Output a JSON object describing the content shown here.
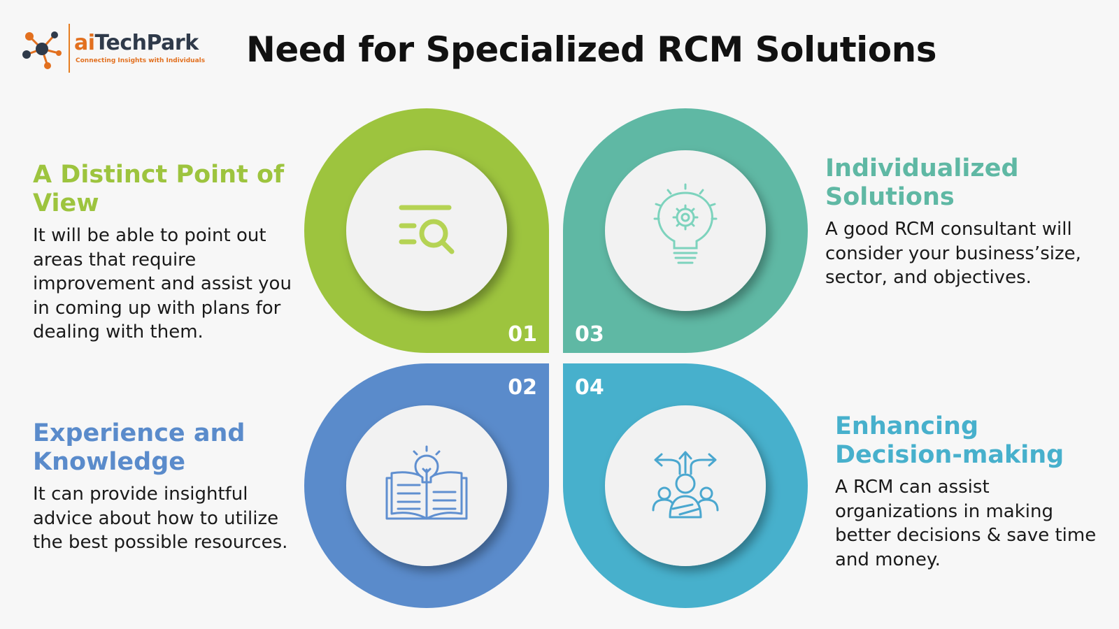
{
  "logo": {
    "brand_ai": "ai",
    "brand_rest": "TechPark",
    "tagline": "Connecting Insights with Individuals"
  },
  "title": "Need for Specialized RCM Solutions",
  "colors": {
    "green": "#9dc43e",
    "teal": "#5fb8a4",
    "blue": "#5a8bcb",
    "cyan": "#47b0cc",
    "orange": "#e2701f"
  },
  "items": [
    {
      "number": "01",
      "heading_1": "A Distinct Point of",
      "heading_2": "View",
      "body": "It will be able to point out areas that require improvement and assist you in coming up with plans for dealing with them.",
      "icon": "search-list-icon",
      "color": "#9dc43e"
    },
    {
      "number": "02",
      "heading_1": "Experience and",
      "heading_2": "Knowledge",
      "body": "It can provide insightful advice about how to utilize the best possible resources.",
      "icon": "book-idea-icon",
      "color": "#5a8bcb"
    },
    {
      "number": "03",
      "heading_1": "Individualized",
      "heading_2": "Solutions",
      "body": "A good RCM consultant will consider your business’size, sector, and objectives.",
      "icon": "lightbulb-gear-icon",
      "color": "#5fb8a4"
    },
    {
      "number": "04",
      "heading_1": "Enhancing",
      "heading_2": "Decision-making",
      "body": "A RCM can assist organizations in making better decisions & save time and money.",
      "icon": "decision-arrows-icon",
      "color": "#47b0cc"
    }
  ]
}
